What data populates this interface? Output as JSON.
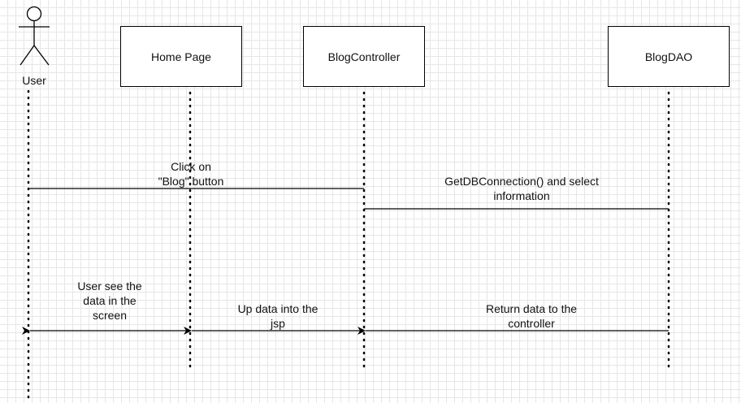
{
  "actor": {
    "name": "User"
  },
  "participants": {
    "home": "Home Page",
    "controller": "BlogController",
    "dao": "BlogDAO"
  },
  "messages": {
    "click_blog": "Click on\n\"Blog\" button",
    "db_select": "GetDBConnection() and select\ninformation",
    "return_controller": "Return data to the\ncontroller",
    "up_jsp": "Up data into the\njsp",
    "user_sees": "User see the\ndata in the\nscreen"
  },
  "colors": {
    "line": "#000000",
    "grid": "#e6e6e6",
    "background": "#ffffff"
  }
}
